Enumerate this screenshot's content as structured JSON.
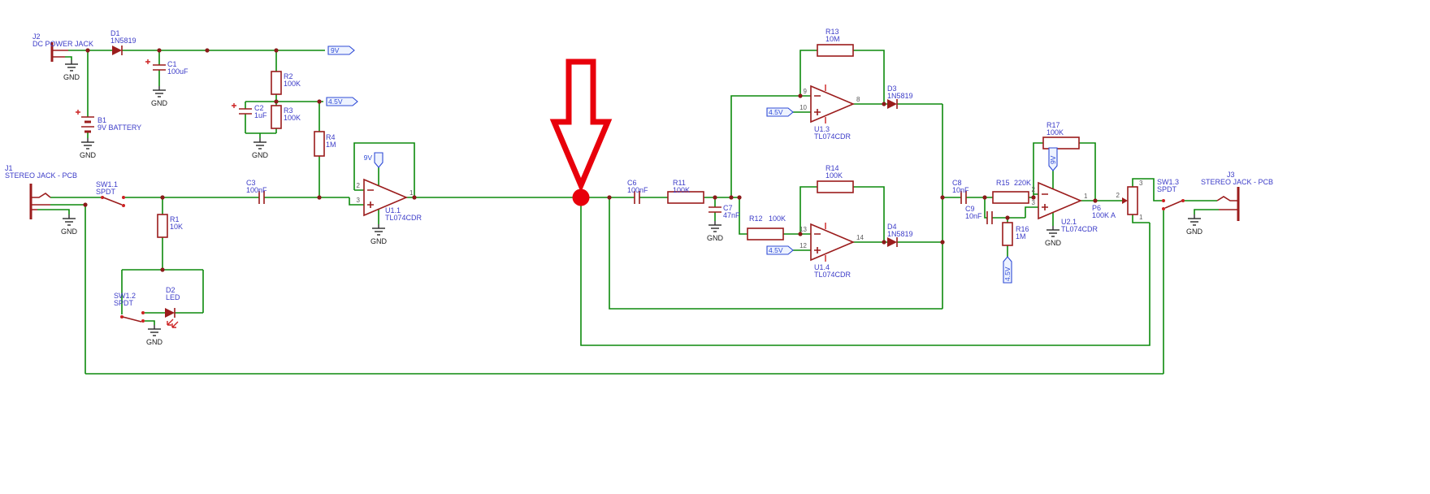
{
  "colors": {
    "background": "#ffffff",
    "wire": "#0d8a0d",
    "symbol": "#9b1c1c",
    "label": "#3c3cc8",
    "net_flag": "#2f4bd6",
    "ground_text": "#1a1a1a",
    "pin_number": "#5a5a5a",
    "junction": "#8b1a1a",
    "annotation": "#e8000b"
  },
  "net": {
    "v9": "9V",
    "v45": "4.5V",
    "gnd": "GND"
  },
  "parts": {
    "J1": {
      "r": "J1",
      "v": "STEREO JACK - PCB"
    },
    "J2": {
      "r": "J2",
      "v": "DC POWER JACK"
    },
    "J3": {
      "r": "J3",
      "v": "STEREO JACK - PCB"
    },
    "B1": {
      "r": "B1",
      "v": "9V BATTERY"
    },
    "D1": {
      "r": "D1",
      "v": "1N5819"
    },
    "D2": {
      "r": "D2",
      "v": "LED"
    },
    "D3": {
      "r": "D3",
      "v": "1N5819"
    },
    "D4": {
      "r": "D4",
      "v": "1N5819"
    },
    "C1": {
      "r": "C1",
      "v": "100uF"
    },
    "C2": {
      "r": "C2",
      "v": "1uF"
    },
    "C3": {
      "r": "C3",
      "v": "100nF"
    },
    "C6": {
      "r": "C6",
      "v": "100nF"
    },
    "C7": {
      "r": "C7",
      "v": "47nF"
    },
    "C8": {
      "r": "C8",
      "v": "10nF"
    },
    "C9": {
      "r": "C9",
      "v": "10nF"
    },
    "R1": {
      "r": "R1",
      "v": "10K"
    },
    "R2": {
      "r": "R2",
      "v": "100K"
    },
    "R3": {
      "r": "R3",
      "v": "100K"
    },
    "R4": {
      "r": "R4",
      "v": "1M"
    },
    "R11": {
      "r": "R11",
      "v": "100K"
    },
    "R12": {
      "r": "R12",
      "v": "100K"
    },
    "R13": {
      "r": "R13",
      "v": "10M"
    },
    "R14": {
      "r": "R14",
      "v": "100K"
    },
    "R15": {
      "r": "R15",
      "v": "220K"
    },
    "R16": {
      "r": "R16",
      "v": "1M"
    },
    "R17": {
      "r": "R17",
      "v": "100K"
    },
    "P6": {
      "r": "P6",
      "v": "100K A"
    },
    "SW1_1": {
      "r": "SW1.1",
      "v": "SPDT"
    },
    "SW1_2": {
      "r": "SW1.2",
      "v": "SPDT"
    },
    "SW1_3": {
      "r": "SW1.3",
      "v": "SPDT"
    },
    "U1_1": {
      "r": "U1.1",
      "v": "TL074CDR"
    },
    "U1_3": {
      "r": "U1.3",
      "v": "TL074CDR"
    },
    "U1_4": {
      "r": "U1.4",
      "v": "TL074CDR"
    },
    "U2_1": {
      "r": "U2.1",
      "v": "TL074CDR"
    }
  },
  "pins": {
    "u1_1": {
      "inv": "2",
      "non": "3",
      "out": "1"
    },
    "u1_3": {
      "inv": "9",
      "non": "10",
      "out": "8"
    },
    "u1_4": {
      "inv": "13",
      "non": "12",
      "out": "14"
    },
    "u2_1": {
      "inv": "2",
      "non": "3",
      "out": "1"
    },
    "p6": {
      "t": "3",
      "w": "2",
      "b": "1"
    }
  },
  "annotation": {
    "kind": "down-arrow-with-highlight-dot",
    "color": "#e8000b"
  }
}
